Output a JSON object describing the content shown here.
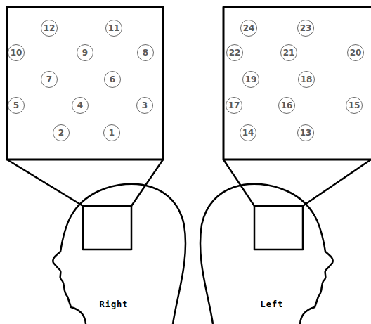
{
  "diagram": {
    "labels": [
      "1",
      "2",
      "3",
      "4",
      "5",
      "6",
      "7",
      "8",
      "9",
      "10",
      "11",
      "12",
      "13",
      "14",
      "15",
      "16",
      "17",
      "18",
      "19",
      "20",
      "21",
      "22",
      "23",
      "24",
      "Right",
      "Left"
    ]
  }
}
